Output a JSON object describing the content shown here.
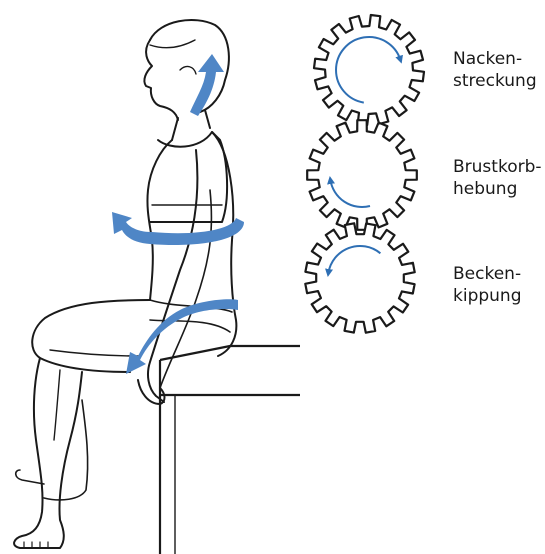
{
  "labels": {
    "neck": {
      "line1": "Nacken-",
      "line2": "streckung"
    },
    "chest": {
      "line1": "Brustkorb-",
      "line2": "hebung"
    },
    "pelvis": {
      "line1": "Becken-",
      "line2": "kippung"
    }
  },
  "colors": {
    "arrow": "#4f86c6",
    "gear_arrow": "#2e6fb4",
    "outline": "#1a1a1a",
    "background": "#ffffff"
  },
  "icons": {
    "neck_gear": "gear-icon",
    "chest_gear": "gear-icon",
    "pelvis_gear": "gear-icon"
  }
}
